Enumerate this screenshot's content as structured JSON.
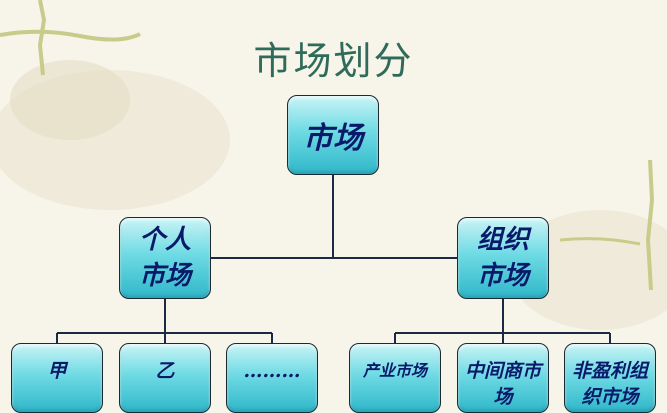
{
  "slide": {
    "title": "市场划分"
  },
  "tree": {
    "root": "市场",
    "children": [
      {
        "label": "个人市场",
        "children": [
          "甲",
          "乙",
          "………"
        ]
      },
      {
        "label": "组织市场",
        "children": [
          "产业市场",
          "中间商市场",
          "非盈利组织市场"
        ]
      }
    ]
  },
  "colors": {
    "title": "#2f6b5a",
    "box_fill_top": "#c9f4f6",
    "box_fill_bottom": "#2fb7c9",
    "box_text": "#0a1a6a",
    "line": "#1a2a44"
  }
}
